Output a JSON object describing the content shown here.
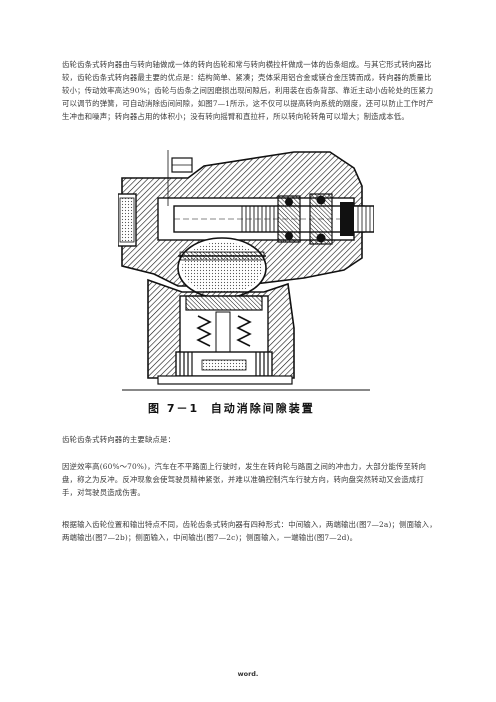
{
  "document": {
    "paragraphs": [
      "齿轮齿条式转向器由与转向轴做成一体的转向齿轮和常与转向横拉杆做成一体的齿条组成。与其它形式转向器比较，齿轮齿条式转向器最主要的优点是：结构简单、紧凑；壳体采用铝合金或镁合金压铸而成，转向器的质量比较小；传动效率高达90%；齿轮与齿条之间因磨损出现间隙后，利用装在齿条背部、靠近主动小齿轮处的压紧力可以调节的弹簧，可自动消除齿间间隙，如图7—1所示，这不仅可以提高转向系统的刚度，还可以防止工作时产生冲击和噪声；转向器占用的体积小；没有转向摇臂和直拉杆，所以转向轮转角可以增大；制造成本低。",
      "齿轮齿条式转向器的主要缺点是：",
      "因逆效率高(60%～70%)，汽车在不平路面上行驶时，发生在转向轮与路面之间的冲击力，大部分能传至转向盘，称之为反冲。反冲现象会使驾驶员精神紧张，并难以准确控制汽车行驶方向，转向盘突然转动又会造成打手，对驾驶员造成伤害。",
      "根据输入齿轮位置和输出特点不同，齿轮齿条式转向器有四种形式：中间输入，两端输出(图7—2a)；侧面输入，两端输出(图7—2b)；侧面输入，中间输出(图7—2c)；侧面输入，一端输出(图7—2d)。"
    ]
  },
  "figure": {
    "caption": "图 7－1  自动消除间隙装置"
  },
  "footer": {
    "text": "word."
  },
  "colors": {
    "text": "#3a3a3a",
    "drawing": "#111111"
  }
}
